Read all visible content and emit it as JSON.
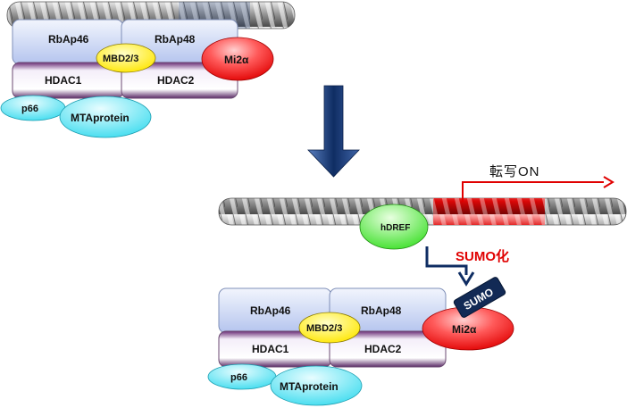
{
  "complex_top": {
    "rbap46": "RbAp46",
    "rbap48": "RbAp48",
    "mbd": "MBD2/3",
    "mi2": "Mi2α",
    "hdac1": "HDAC1",
    "hdac2": "HDAC2",
    "p66": "p66",
    "mta": "MTAprotein"
  },
  "dna_bottom": {
    "hdref": "hDREF",
    "transcription_on": "転写ON"
  },
  "sumoylation_label": "SUMO化",
  "sumo_tag": "SUMO",
  "complex_bottom": {
    "rbap46": "RbAp46",
    "rbap48": "RbAp48",
    "mbd": "MBD2/3",
    "mi2": "Mi2α",
    "hdac1": "HDAC1",
    "hdac2": "HDAC2",
    "p66": "p66",
    "mta": "MTAprotein"
  },
  "colors": {
    "rbap_fill": "#c9d5f3",
    "hdac_fill": "#e3d9ee",
    "hdac_shade": "#5a2a66",
    "mbd_fill": "#fff34a",
    "mi2_fill": "#ff4f4f",
    "p66_fill": "#5fe7f5",
    "hdref_fill": "#5fe84a",
    "arrow_navy": "#0f2d63",
    "red": "#e00000",
    "dna_gray": "#8e8e8e",
    "dna_red": "#e00000"
  }
}
